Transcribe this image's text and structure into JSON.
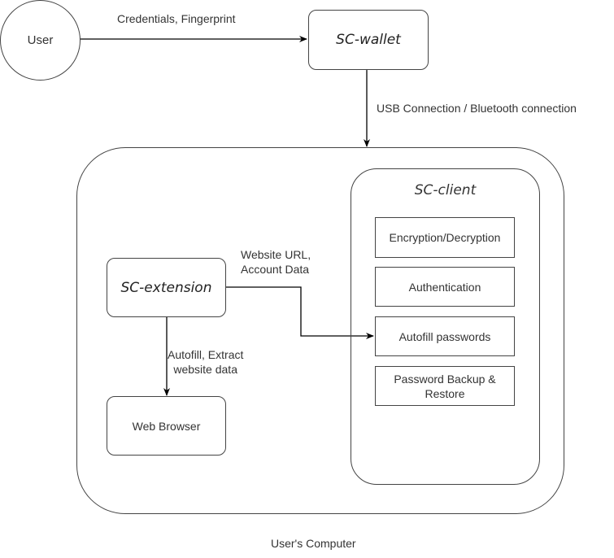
{
  "diagram": {
    "nodes": {
      "user": "User",
      "wallet": "SC-wallet",
      "computer": "User's Computer",
      "client": "SC-client",
      "extension": "SC-extension",
      "browser": "Web Browser",
      "client_modules": [
        "Encryption/Decryption",
        "Authentication",
        "Autofill passwords",
        "Password Backup & Restore"
      ]
    },
    "edges": {
      "user_wallet": "Credentials, Fingerprint",
      "wallet_computer": "USB Connection / Bluetooth connection",
      "extension_client": [
        "Website URL,",
        "Account Data"
      ],
      "extension_browser": [
        "Autofill, Extract",
        "website data"
      ]
    }
  }
}
